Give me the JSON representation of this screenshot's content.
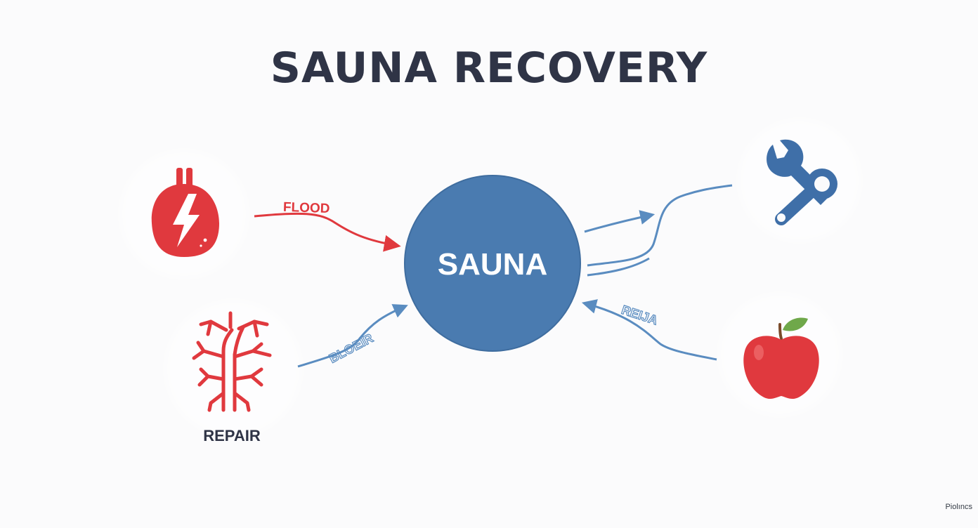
{
  "title": "SAUNA RECOVERY",
  "center": {
    "label": "SAUNA",
    "color": "#4a7bb0"
  },
  "nodes": [
    {
      "id": "heart",
      "icon": "heart-lightning-icon",
      "color": "#e0393e",
      "label": ""
    },
    {
      "id": "vessels",
      "icon": "blood-vessels-icon",
      "color": "#e0393e",
      "label": "REPAIR"
    },
    {
      "id": "wrench",
      "icon": "wrench-icon",
      "color": "#3f6fa8",
      "label": ""
    },
    {
      "id": "apple",
      "icon": "apple-icon",
      "color": "#e0393e",
      "label": ""
    }
  ],
  "edges": [
    {
      "from": "heart",
      "to": "sauna",
      "label": "FLOOD",
      "color": "#e0393e"
    },
    {
      "from": "vessels",
      "to": "sauna",
      "label": "BLOEIR",
      "color": "#5a8cc0"
    },
    {
      "from": "sauna",
      "to": "wrench",
      "label": "",
      "color": "#5a8cc0"
    },
    {
      "from": "apple",
      "to": "sauna",
      "label": "REIJA",
      "color": "#5a8cc0"
    }
  ],
  "watermark": "Piolıncs"
}
